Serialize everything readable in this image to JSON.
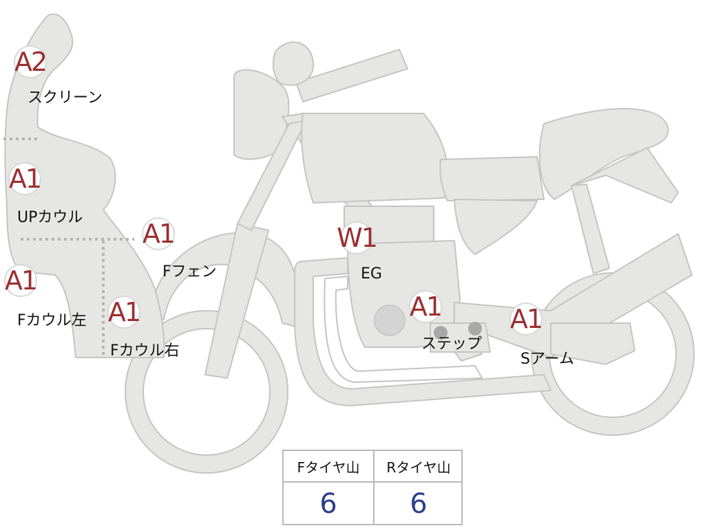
{
  "parts": [
    {
      "id": "screen",
      "grade": "A2",
      "name": "スクリーン"
    },
    {
      "id": "up-cowl",
      "grade": "A1",
      "name": "UPカウル"
    },
    {
      "id": "f-fender",
      "grade": "A1",
      "name": "Fフェン"
    },
    {
      "id": "f-cowl-left",
      "grade": "A1",
      "name": "Fカウル左"
    },
    {
      "id": "f-cowl-right",
      "grade": "A1",
      "name": "Fカウル右"
    },
    {
      "id": "engine",
      "grade": "W1",
      "name": "EG"
    },
    {
      "id": "step",
      "grade": "A1",
      "name": "ステップ"
    },
    {
      "id": "swing-arm",
      "grade": "A1",
      "name": "Sアーム"
    }
  ],
  "tread": {
    "front_label": "Fタイヤ山",
    "rear_label": "Rタイヤ山",
    "front_value": "6",
    "rear_value": "6"
  },
  "colors": {
    "grade": "#9b2f31",
    "tread_value": "#2c3e8c",
    "body_fill": "#e6e6e4",
    "body_stroke": "#c4c4c4"
  }
}
